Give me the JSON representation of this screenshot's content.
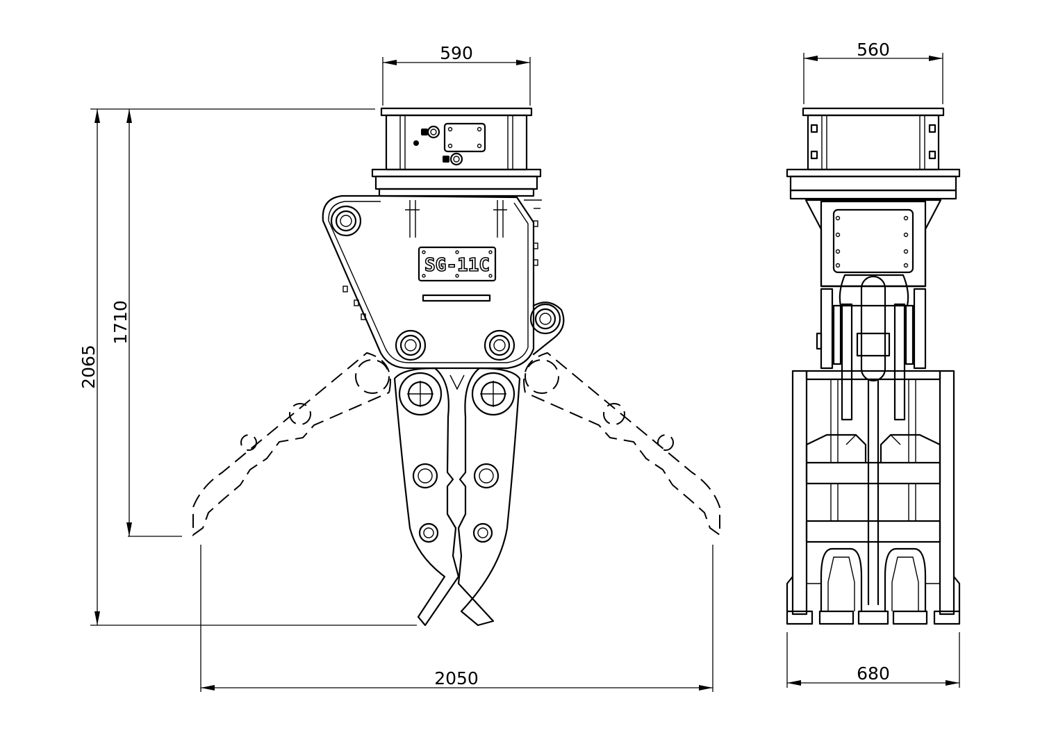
{
  "drawing": {
    "model_label": "SG-11C",
    "dimensions": {
      "top_width_side": "590",
      "top_width_front": "560",
      "overall_height": "2065",
      "open_height": "1710",
      "open_width": "2050",
      "bottom_width_front": "680"
    }
  }
}
